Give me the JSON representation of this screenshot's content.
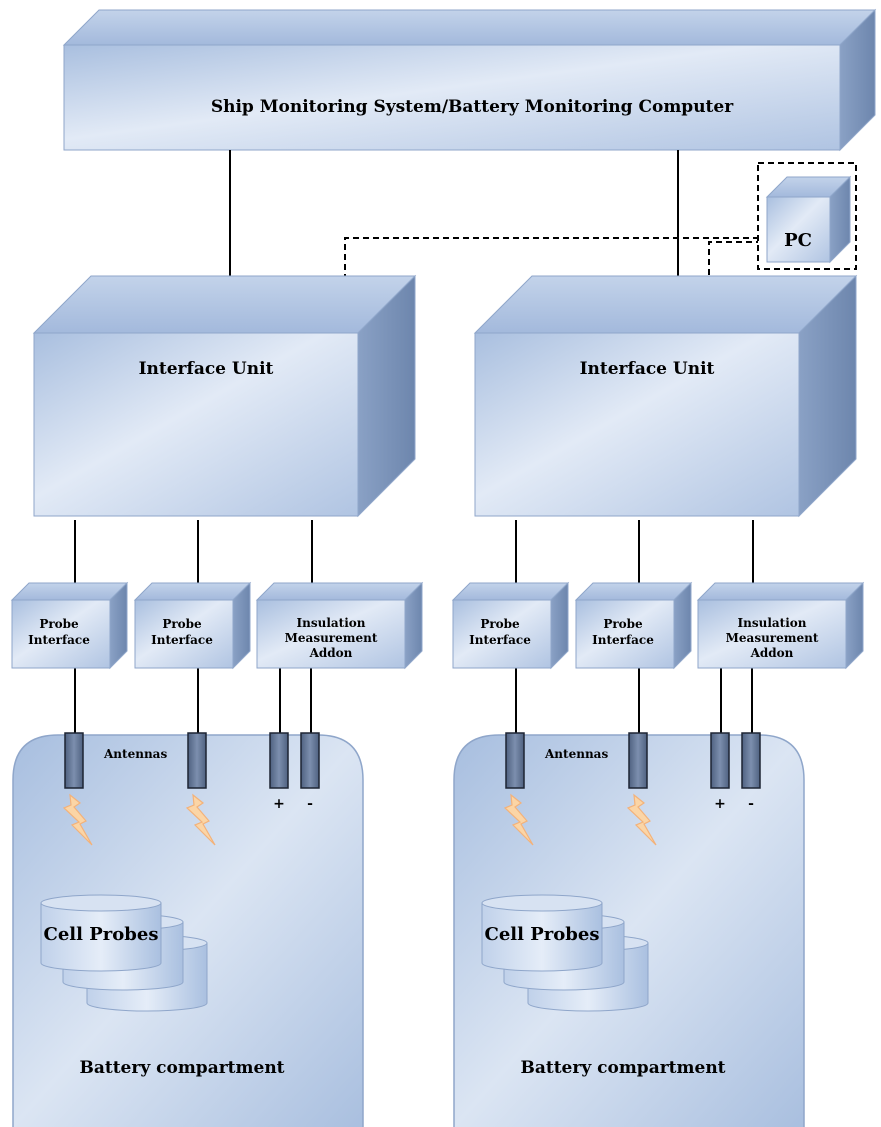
{
  "top": {
    "label": "Ship Monitoring System/Battery Monitoring Computer"
  },
  "pc": {
    "label": "PC"
  },
  "sides": [
    {
      "interface_unit": "Interface Unit",
      "probe_1": [
        "Probe",
        "Interface"
      ],
      "probe_2": [
        "Probe",
        "Interface"
      ],
      "addon": [
        "Insulation",
        "Measurement",
        "Addon"
      ],
      "antennas": "Antennas",
      "plus": "+",
      "minus": "-",
      "cell_probes": "Cell Probes",
      "compartment": "Battery compartment"
    },
    {
      "interface_unit": "Interface Unit",
      "probe_1": [
        "Probe",
        "Interface"
      ],
      "probe_2": [
        "Probe",
        "Interface"
      ],
      "addon": [
        "Insulation",
        "Measurement",
        "Addon"
      ],
      "antennas": "Antennas",
      "plus": "+",
      "minus": "-",
      "cell_probes": "Cell Probes",
      "compartment": "Battery compartment"
    }
  ],
  "colors": {
    "box_front_light": "#dfe8f5",
    "box_front_dark": "#a6bcdc",
    "box_top": "#b3c6e4",
    "box_side": "#7f97bd",
    "box_stroke": "#8fa6ca",
    "antenna_fill": "#5d6f8c",
    "lightning": "#fbd5a6",
    "lightning_stroke": "#f3b27a"
  }
}
